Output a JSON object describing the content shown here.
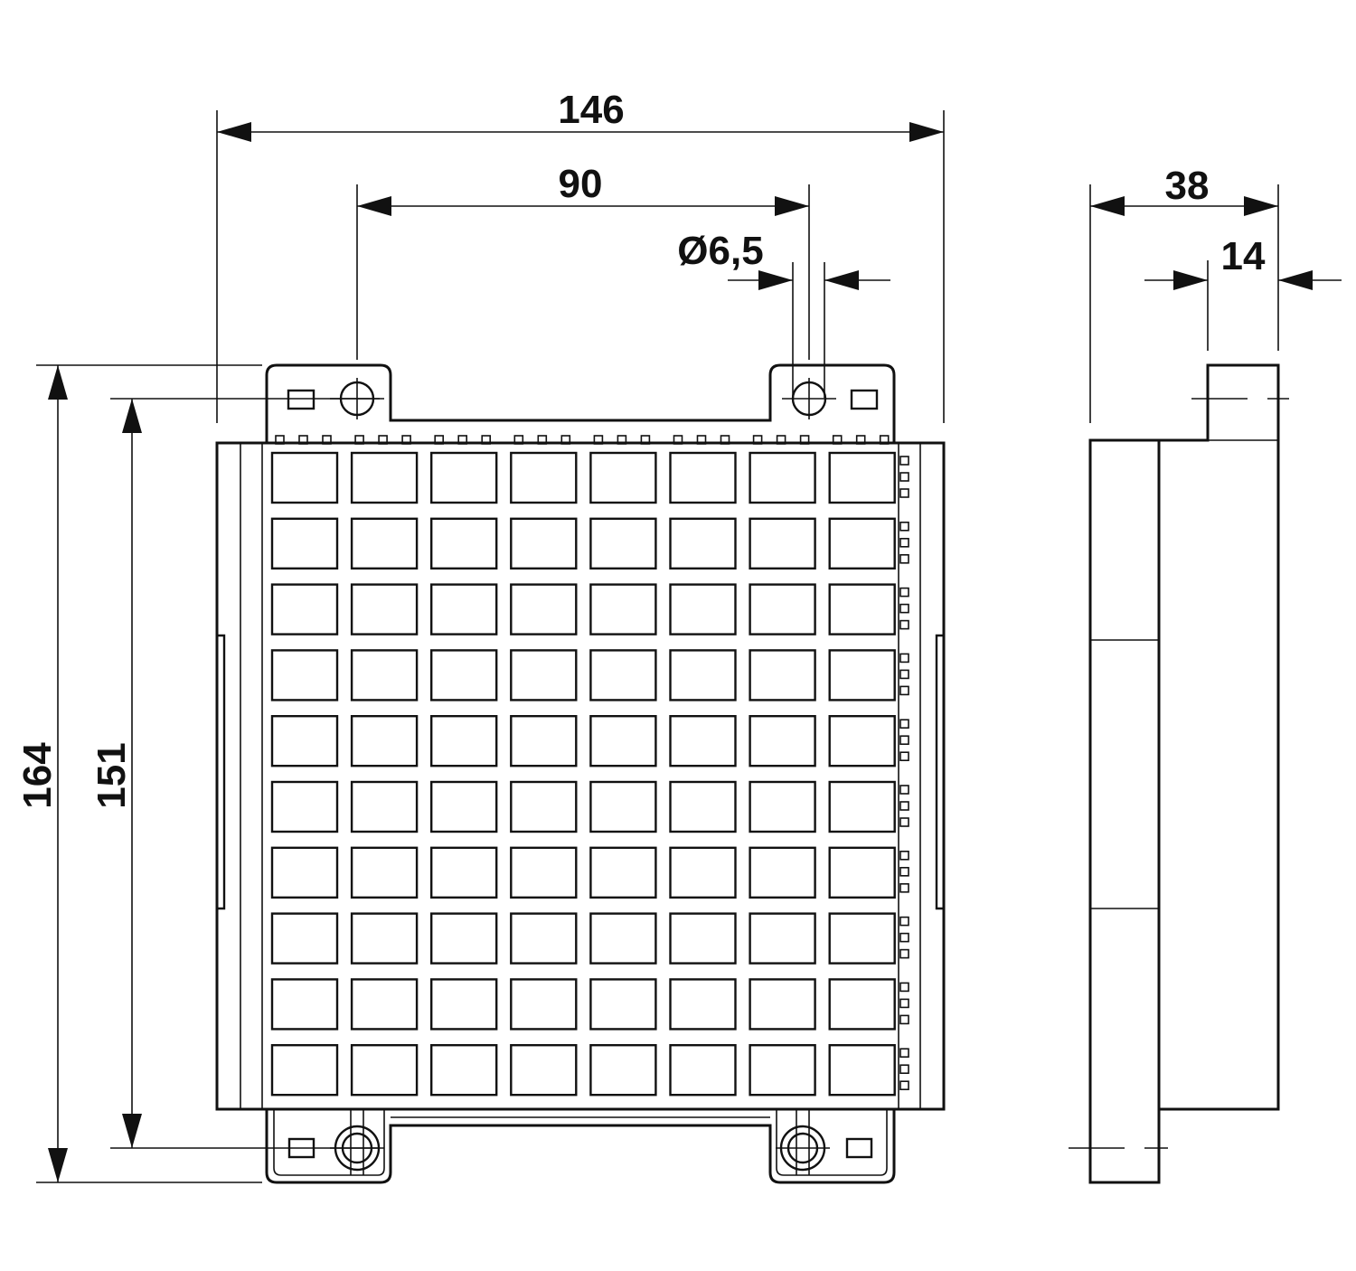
{
  "colors": {
    "line": "#111111",
    "background": "#ffffff"
  },
  "dimensions": {
    "overall_width": "146",
    "hole_spacing": "90",
    "hole_diameter": "Ø6,5",
    "depth": "38",
    "flange_depth": "14",
    "overall_height": "164",
    "hole_height": "151"
  },
  "grid": {
    "rows": 10,
    "columns": 8
  }
}
